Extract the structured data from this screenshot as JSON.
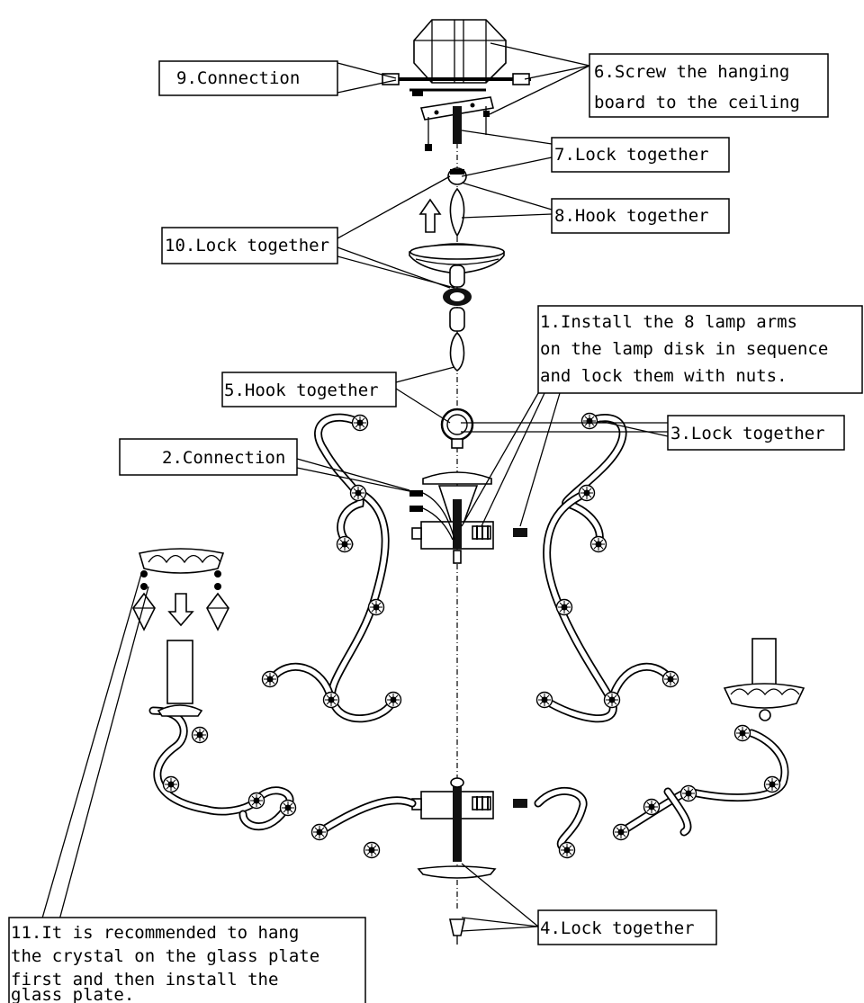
{
  "steps": {
    "s1": [
      "1.Install the 8 lamp arms",
      "on the lamp disk in sequence",
      "and lock them with nuts."
    ],
    "s2": "2.Connection",
    "s3": "3.Lock together",
    "s4": "4.Lock together",
    "s5": "5.Hook together",
    "s6": [
      "6.Screw the hanging",
      "board to the ceiling"
    ],
    "s7": "7.Lock together",
    "s8": "8.Hook together",
    "s9": "9.Connection",
    "s10": "10.Lock together",
    "s11": [
      "11.It is recommended to hang",
      "the crystal on the glass plate",
      "first and then install the",
      "glass plate."
    ]
  }
}
